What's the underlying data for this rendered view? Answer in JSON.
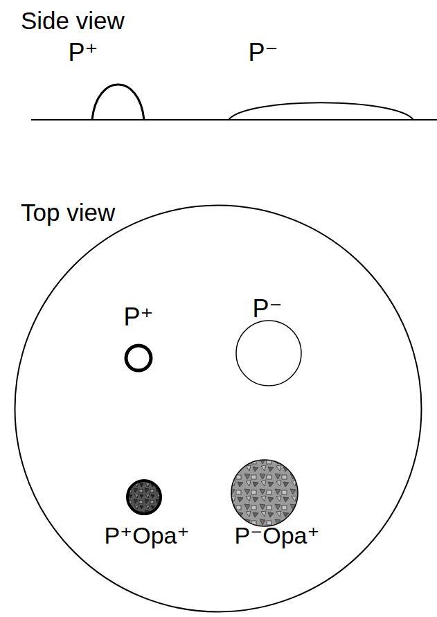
{
  "diagram": {
    "nodes": [
      {
        "text": [
          "Top view"
        ]
      }
    ],
    "labels": [
      "Side view",
      "P⁺",
      "P⁻",
      "P⁺",
      "P⁻",
      "P⁺Opa⁺",
      "P⁻Opa⁺"
    ]
  }
}
